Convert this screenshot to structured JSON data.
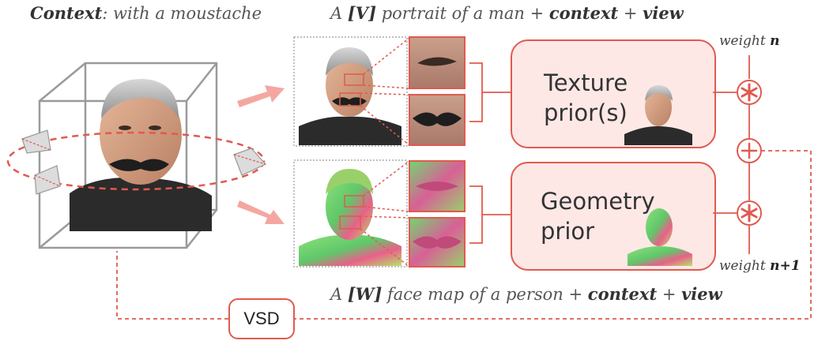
{
  "context_caption": {
    "label": "Context",
    "text": ": with a moustache"
  },
  "top_prompt": {
    "pre": "A ",
    "token": "[V]",
    "mid": " portrait of a man + ",
    "context": "context",
    "plus": " + ",
    "view": "view"
  },
  "bottom_prompt": {
    "pre": "A ",
    "token": "[W]",
    "mid": " face map of a person + ",
    "context": "context",
    "plus": " + ",
    "view": "view"
  },
  "texture_prior": {
    "label": "Texture\nprior(s)"
  },
  "geometry_prior": {
    "label": "Geometry\nprior"
  },
  "weight_top": {
    "prefix": "weight ",
    "var": "n"
  },
  "weight_bottom": {
    "prefix": "weight ",
    "var": "n+1"
  },
  "vsd_label": "VSD",
  "colors": {
    "accent": "#e05a4f",
    "box_fill": "#fde8e6",
    "arrow": "#f4a7a1",
    "cube": "#9a9a9a",
    "skin": "#d9a98a",
    "normal_green": "#7fd36a",
    "normal_pink": "#e9608a"
  }
}
